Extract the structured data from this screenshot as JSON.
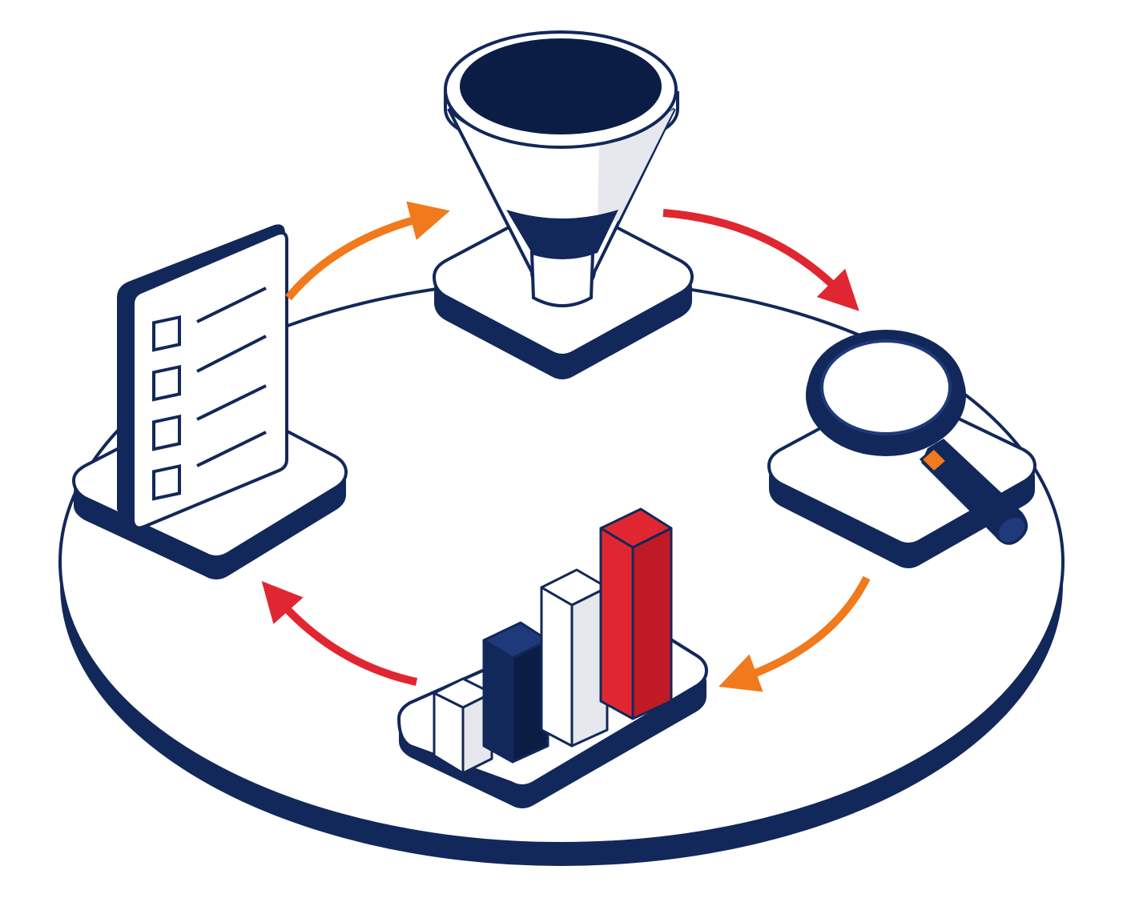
{
  "diagram": {
    "kind": "isometric-cycle",
    "colors": {
      "navy": "#12285a",
      "navy_dark": "#0b1d45",
      "white": "#ffffff",
      "light_gray": "#e6e8ee",
      "red": "#e02731",
      "red_dark": "#c01a26",
      "orange": "#f07a1c"
    },
    "stages": [
      {
        "id": "checklist",
        "icon": "checklist-icon"
      },
      {
        "id": "funnel",
        "icon": "funnel-icon"
      },
      {
        "id": "magnifier",
        "icon": "magnifying-glass-icon"
      },
      {
        "id": "bar-chart",
        "icon": "bar-chart-icon"
      }
    ],
    "flow_arrows": [
      {
        "from": "checklist",
        "to": "funnel",
        "color": "orange"
      },
      {
        "from": "funnel",
        "to": "magnifier",
        "color": "red"
      },
      {
        "from": "magnifier",
        "to": "bar-chart",
        "color": "orange"
      },
      {
        "from": "bar-chart",
        "to": "checklist",
        "color": "red"
      }
    ],
    "bar_chart_colors": [
      "white",
      "navy",
      "white",
      "red"
    ]
  }
}
